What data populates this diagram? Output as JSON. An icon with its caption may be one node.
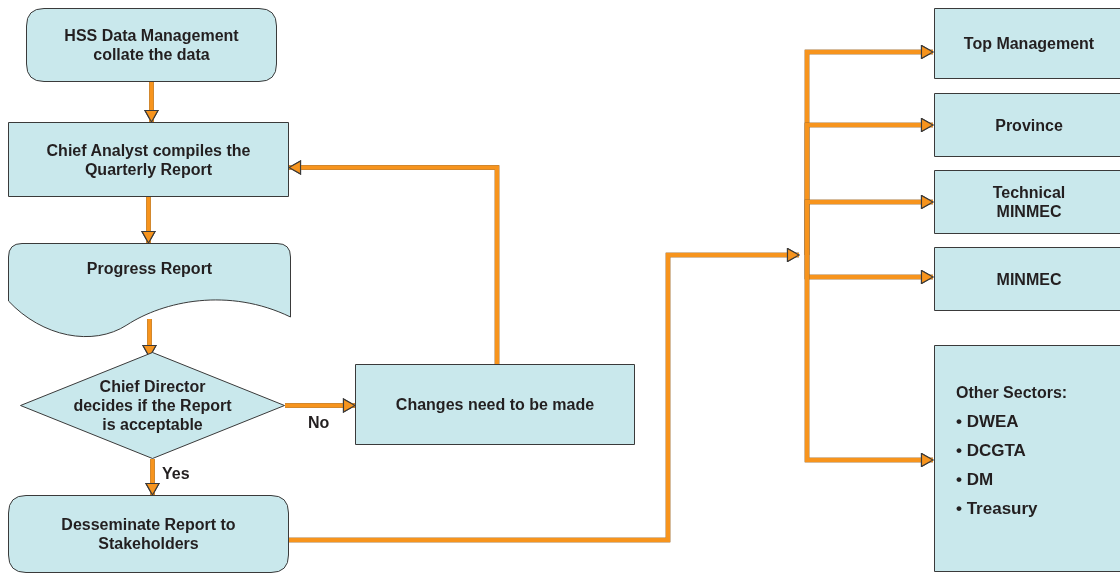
{
  "diagram": {
    "nodes": [
      {
        "text": [
          "HSS Data Management collate the data"
        ]
      },
      {
        "text": [
          "Chief Analyst compiles the Quarterly Report"
        ]
      },
      {
        "text": [
          "Progress Report"
        ]
      },
      {
        "text": [
          "Chief Director decides if the Report is acceptable"
        ]
      },
      {
        "text": [
          "Changes need to be made"
        ]
      },
      {
        "text": [
          "Desseminate Report to Stakeholders"
        ]
      },
      {
        "text": [
          "Top Management"
        ]
      },
      {
        "text": [
          "Province"
        ]
      },
      {
        "text": [
          "Technical MINMEC"
        ]
      },
      {
        "text": [
          "MINMEC"
        ]
      },
      {
        "text": [
          "Other Sectors:",
          "• DWEA",
          "• DCGTA",
          "• DM",
          "• Treasury"
        ]
      }
    ],
    "edges": [
      {
        "from": 0,
        "to": 1,
        "arrow": "to"
      },
      {
        "from": 1,
        "to": 2,
        "arrow": "to"
      },
      {
        "from": 2,
        "to": 3,
        "arrow": "to"
      },
      {
        "from": 3,
        "to": 4,
        "arrow": "to",
        "label": "No"
      },
      {
        "from": 4,
        "to": 1,
        "arrow": "to"
      },
      {
        "from": 3,
        "to": 5,
        "arrow": "to",
        "label": "Yes"
      },
      {
        "from": 5,
        "to": 6,
        "arrow": "to"
      },
      {
        "from": 5,
        "to": 7,
        "arrow": "to"
      },
      {
        "from": 5,
        "to": 8,
        "arrow": "to"
      },
      {
        "from": 5,
        "to": 9,
        "arrow": "to"
      },
      {
        "from": 5,
        "to": 10,
        "arrow": "to"
      }
    ]
  }
}
